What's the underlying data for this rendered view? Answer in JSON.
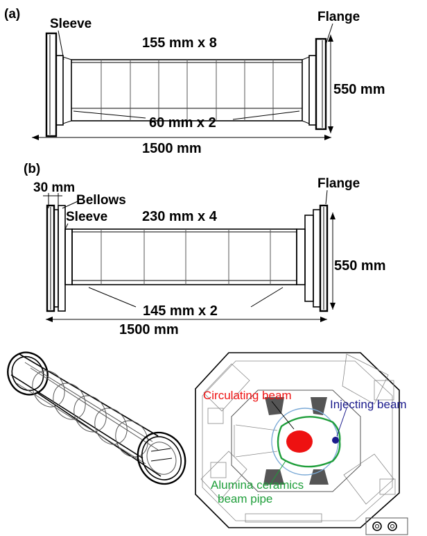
{
  "panel_a": {
    "tag": "(a)",
    "sleeve": "Sleeve",
    "flange": "Flange",
    "segments": "155 mm x 8",
    "ends": "60 mm x 2",
    "length": "1500 mm",
    "height": "550 mm"
  },
  "panel_b": {
    "tag": "(b)",
    "gap": "30 mm",
    "bellows": "Bellows",
    "sleeve": "Sleeve",
    "flange": "Flange",
    "segments": "230 mm x 4",
    "ends": "145 mm x 2",
    "length": "1500 mm",
    "height": "550 mm"
  },
  "magnet_view": {
    "circulating": "Circulating beam",
    "injecting": "Injecting beam",
    "pipe_line1": "Alumina ceramics",
    "pipe_line2": "beam pipe",
    "colors": {
      "circulating": "#ee1111",
      "injecting": "#1a1a8c",
      "pipe": "#1e9e3a",
      "circle": "#7aa9d6"
    }
  }
}
